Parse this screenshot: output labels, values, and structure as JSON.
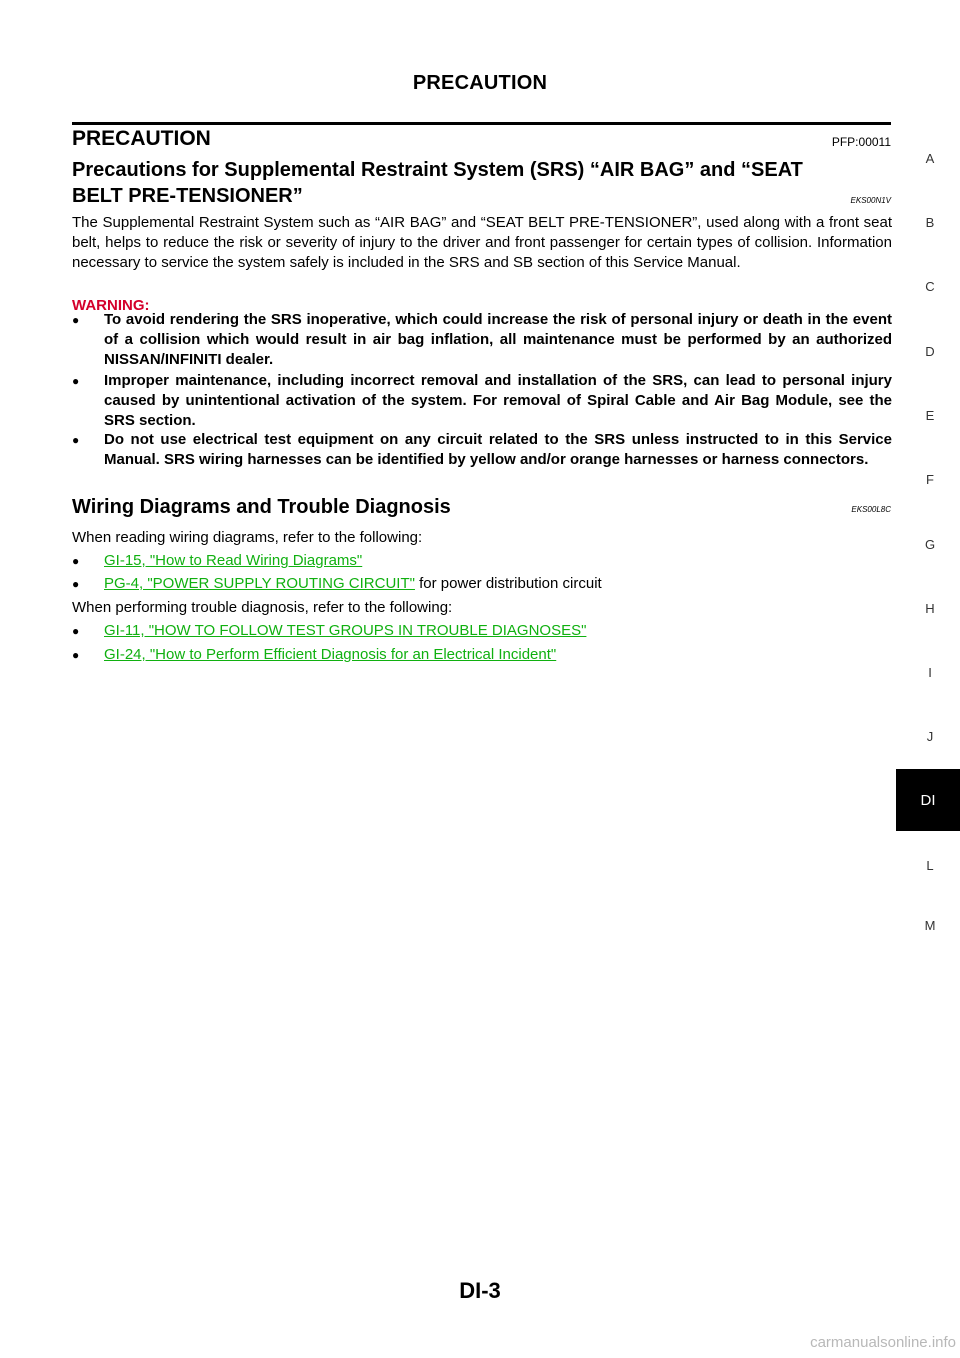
{
  "header": {
    "title": "PRECAUTION"
  },
  "section": {
    "title": "PRECAUTION",
    "ref": "PFP:00011"
  },
  "srs": {
    "heading_line1": "Precautions for Supplemental Restraint System (SRS) “AIR BAG” and “SEAT",
    "heading_line2": "BELT PRE-TENSIONER”",
    "code": "EKS00N1V",
    "intro": "The Supplemental Restraint System such as “AIR BAG” and “SEAT BELT PRE-TENSIONER”, used along with a front seat belt, helps to reduce the risk or severity of injury to the driver and front passenger for certain types of collision. Information necessary to service the system safely is included in the SRS and SB section of this Service Manual.",
    "warning_label": "WARNING:",
    "warnings": [
      "To avoid rendering the SRS inoperative, which could increase the risk of personal injury or death in the event of a collision which would result in air bag inflation, all maintenance must be performed by an authorized NISSAN/INFINITI dealer.",
      "Improper maintenance, including incorrect removal and installation of the SRS, can lead to personal injury caused by unintentional activation of the system. For removal of Spiral Cable and Air Bag Module, see the SRS section.",
      "Do not use electrical test equipment on any circuit related to the SRS unless instructed to in this Service Manual. SRS wiring harnesses can be identified by yellow and/or orange harnesses or harness connectors."
    ]
  },
  "wiring": {
    "heading": "Wiring Diagrams and Trouble Diagnosis",
    "code": "EKS00L8C",
    "reading_intro": "When reading wiring diagrams, refer to the following:",
    "reading_links": [
      {
        "link": "GI-15, \"How to Read Wiring Diagrams\"",
        "suffix": ""
      },
      {
        "link": "PG-4, \"POWER SUPPLY ROUTING CIRCUIT\"",
        "suffix": " for power distribution circuit"
      }
    ],
    "diag_intro": "When performing trouble diagnosis, refer to the following:",
    "diag_links": [
      {
        "link": "GI-11, \"HOW TO FOLLOW TEST GROUPS IN TROUBLE DIAGNOSES\""
      },
      {
        "link": "GI-24, \"How to Perform Efficient Diagnosis for an Electrical Incident\""
      }
    ]
  },
  "side_index": {
    "letters": [
      "A",
      "B",
      "C",
      "D",
      "E",
      "F",
      "G",
      "H",
      "I",
      "J",
      "L",
      "M"
    ],
    "active": "DI"
  },
  "footer": {
    "page_number": "DI-3",
    "watermark": "carmanualsonline.info"
  },
  "colors": {
    "warning": "#d4002b",
    "link": "#10b010",
    "tab_bg": "#000000"
  }
}
